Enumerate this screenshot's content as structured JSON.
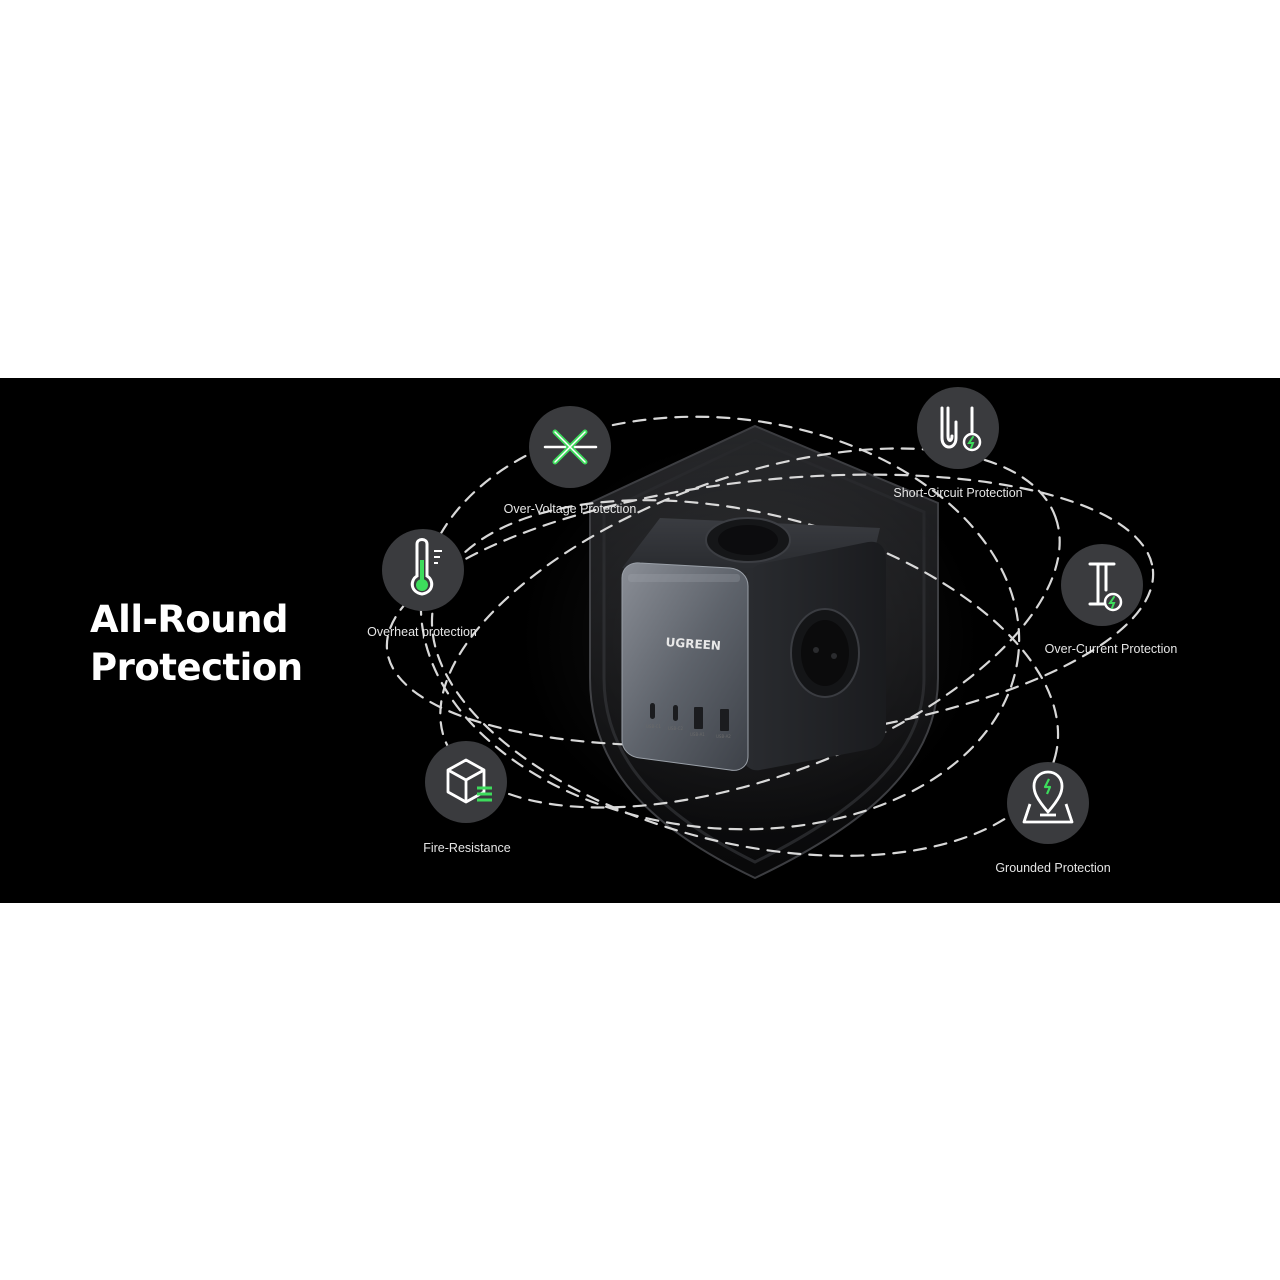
{
  "banner": {
    "headline_line1": "All-Round",
    "headline_line2": "Protection"
  },
  "product": {
    "brand": "UGREEN",
    "ports": [
      "USB-C1",
      "USB-C2",
      "USB-A1",
      "USB-A2"
    ]
  },
  "features": [
    {
      "label": "Over-Voltage Protection",
      "icon": "cross-arrows-icon"
    },
    {
      "label": "Short-Circuit Protection",
      "icon": "u-cable-bolt-icon"
    },
    {
      "label": "Overheat protection",
      "icon": "thermometer-icon"
    },
    {
      "label": "Over-Current Protection",
      "icon": "i-beam-bolt-icon"
    },
    {
      "label": "Fire-Resistance",
      "icon": "cube-icon"
    },
    {
      "label": "Grounded Protection",
      "icon": "ground-pin-icon"
    }
  ],
  "colors": {
    "background": "#000000",
    "accent": "#3ddc5c",
    "icon_circle": "#3a3b3e",
    "text": "#ffffff"
  }
}
